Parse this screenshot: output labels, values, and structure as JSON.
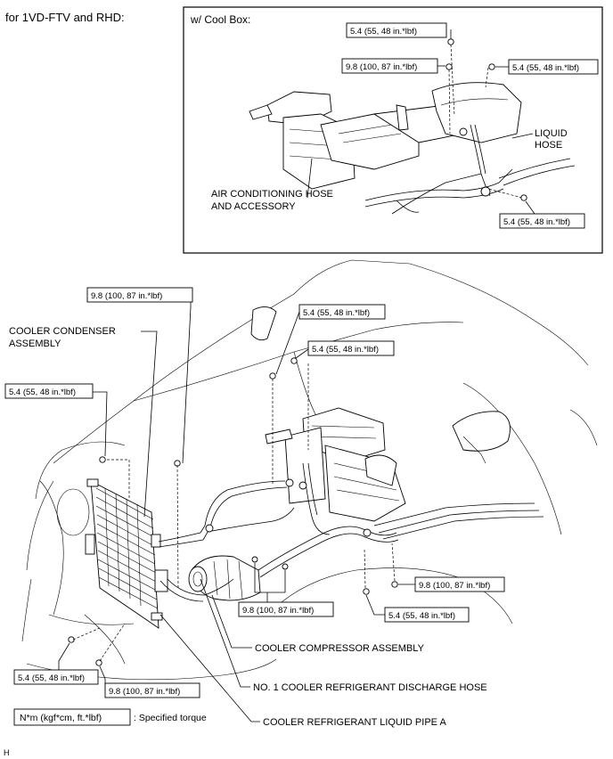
{
  "header": {
    "title": "for 1VD-FTV and RHD:"
  },
  "inset": {
    "title": "w/ Cool Box:",
    "torque_top": "5.4 (55, 48 in.*lbf)",
    "torque_mid": "9.8 (100, 87 in.*lbf)",
    "torque_right": "5.4 (55, 48 in.*lbf)",
    "torque_bottom": "5.4 (55, 48 in.*lbf)",
    "label_liquid_hose_line1": "LIQUID",
    "label_liquid_hose_line2": "HOSE",
    "label_ac_hose_line1": "AIR CONDITIONING HOSE",
    "label_ac_hose_line2": "AND ACCESSORY"
  },
  "main": {
    "torque_top": "9.8 (100, 87 in.*lbf)",
    "torque_hood1": "5.4 (55, 48 in.*lbf)",
    "torque_hood2": "5.4 (55, 48 in.*lbf)",
    "torque_condenser": "5.4 (55, 48 in.*lbf)",
    "torque_right_98": "9.8 (100, 87 in.*lbf)",
    "torque_right_54": "5.4 (55, 48 in.*lbf)",
    "torque_center_98": "9.8 (100, 87 in.*lbf)",
    "torque_bottom_left_54": "5.4 (55, 48 in.*lbf)",
    "torque_bottom_left_98": "9.8 (100, 87 in.*lbf)",
    "label_condenser_line1": "COOLER CONDENSER",
    "label_condenser_line2": "ASSEMBLY",
    "label_compressor": "COOLER COMPRESSOR ASSEMBLY",
    "label_discharge_hose": "NO. 1 COOLER REFRIGERANT DISCHARGE HOSE",
    "label_liquid_pipe": "COOLER REFRIGERANT LIQUID PIPE A"
  },
  "legend": {
    "unit_box": "N*m (kgf*cm, ft.*lbf)",
    "unit_desc": ": Specified torque"
  },
  "footer": {
    "code": "H"
  }
}
